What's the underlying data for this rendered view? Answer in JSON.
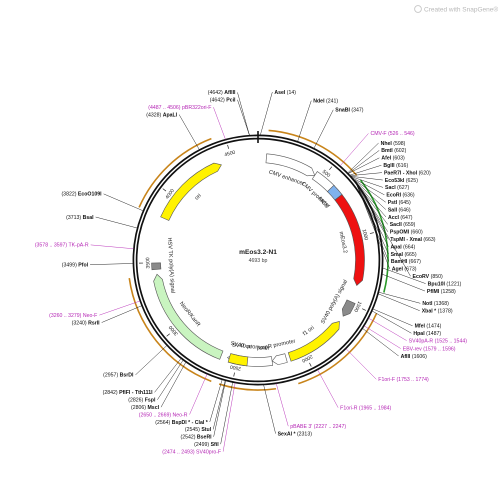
{
  "brand": "Created with SnapGene®",
  "plasmid": {
    "name": "mEos3.2-N1",
    "length_label": "4693 bp"
  },
  "total_bp": 4693,
  "colors": {
    "backbone": "#111111",
    "site_label": "#111111",
    "primer_label": "#b425b4",
    "yellow": "#fff200",
    "green": "#c9f4c0",
    "red": "#ee1111",
    "gray": "#8a8a8a",
    "blue": "#7fb2ee",
    "white_feature": "#ffffff",
    "orange_arc": "#c8841a",
    "green_arc": "#2a9a2a"
  },
  "ticks": [
    {
      "bp": 500,
      "label": "500"
    },
    {
      "bp": 1000,
      "label": "1000"
    },
    {
      "bp": 1500,
      "label": "1500"
    },
    {
      "bp": 2000,
      "label": "2000"
    },
    {
      "bp": 2500,
      "label": "2500"
    },
    {
      "bp": 3000,
      "label": "3000"
    },
    {
      "bp": 3500,
      "label": "3500"
    },
    {
      "bp": 4000,
      "label": "4000"
    },
    {
      "bp": 4500,
      "label": "4500"
    }
  ],
  "features": [
    {
      "name": "CMV enhancer",
      "start": 61,
      "end": 440,
      "dir": 1,
      "color": "white_feature"
    },
    {
      "name": "CMV promoter",
      "start": 441,
      "end": 644,
      "dir": 1,
      "color": "white_feature"
    },
    {
      "name": "MCS",
      "start": 592,
      "end": 678,
      "dir": 0,
      "color": "blue"
    },
    {
      "name": "mEos3.2",
      "start": 679,
      "end": 1362,
      "dir": 1,
      "color": "red"
    },
    {
      "name": "SV40 poly(A) signal",
      "start": 1488,
      "end": 1609,
      "dir": 1,
      "color": "gray"
    },
    {
      "name": "f1 ori",
      "start": 1656,
      "end": 2111,
      "dir": -1,
      "color": "yellow"
    },
    {
      "name": "AmpR promoter",
      "start": 2138,
      "end": 2242,
      "dir": 1,
      "color": "white_feature"
    },
    {
      "name": "SV40 promoter",
      "start": 2243,
      "end": 2573,
      "dir": 1,
      "color": "white_feature"
    },
    {
      "name": "SV40 ori",
      "start": 2424,
      "end": 2559,
      "dir": 0,
      "color": "yellow"
    },
    {
      "name": "NeoR/KanR",
      "start": 2621,
      "end": 3415,
      "dir": 1,
      "color": "green"
    },
    {
      "name": "HSV TK poly(A) signal",
      "start": 3451,
      "end": 3498,
      "dir": 0,
      "color": "gray"
    },
    {
      "name": "ori",
      "start": 3831,
      "end": 4419,
      "dir": 1,
      "color": "yellow"
    }
  ],
  "outer_arcs": [
    {
      "start": 61,
      "end": 644,
      "color": "orange_arc"
    },
    {
      "start": 679,
      "end": 1362,
      "color": "green_arc"
    },
    {
      "start": 1488,
      "end": 2111,
      "color": "orange_arc"
    },
    {
      "start": 2243,
      "end": 2573,
      "color": "orange_arc"
    },
    {
      "start": 2621,
      "end": 3415,
      "color": "orange_arc"
    },
    {
      "start": 3831,
      "end": 4419,
      "color": "orange_arc"
    }
  ],
  "labels": [
    {
      "text": "AflIII",
      "pos": "(4642)",
      "bp": 4642,
      "kind": "site"
    },
    {
      "text": "PciI",
      "pos": "(4642)",
      "bp": 4642,
      "kind": "site"
    },
    {
      "text": "AseI",
      "pos": "(14)",
      "bp": 14,
      "kind": "site"
    },
    {
      "text": "NdeI",
      "pos": "(241)",
      "bp": 241,
      "kind": "site"
    },
    {
      "text": "SnaBI",
      "pos": "(347)",
      "bp": 347,
      "kind": "site"
    },
    {
      "text": "CMV-F",
      "pos": "(526 .. 546)",
      "bp": 536,
      "kind": "primer"
    },
    {
      "text": "NheI",
      "pos": "(598)",
      "bp": 598,
      "kind": "site"
    },
    {
      "text": "BmtI",
      "pos": "(602)",
      "bp": 602,
      "kind": "site"
    },
    {
      "text": "AfeI",
      "pos": "(603)",
      "bp": 603,
      "kind": "site"
    },
    {
      "text": "BglII",
      "pos": "(616)",
      "bp": 616,
      "kind": "site"
    },
    {
      "text": "PaeR7I - XhoI",
      "pos": "(620)",
      "bp": 620,
      "kind": "site"
    },
    {
      "text": "Eco53kI",
      "pos": "(625)",
      "bp": 625,
      "kind": "site"
    },
    {
      "text": "SacI",
      "pos": "(627)",
      "bp": 627,
      "kind": "site"
    },
    {
      "text": "EcoRI",
      "pos": "(636)",
      "bp": 636,
      "kind": "site"
    },
    {
      "text": "PstI",
      "pos": "(645)",
      "bp": 645,
      "kind": "site"
    },
    {
      "text": "SalI",
      "pos": "(646)",
      "bp": 646,
      "kind": "site"
    },
    {
      "text": "AccI",
      "pos": "(647)",
      "bp": 647,
      "kind": "site"
    },
    {
      "text": "SacII",
      "pos": "(659)",
      "bp": 659,
      "kind": "site"
    },
    {
      "text": "PspOMI",
      "pos": "(660)",
      "bp": 660,
      "kind": "site"
    },
    {
      "text": "TspMI - XmaI",
      "pos": "(663)",
      "bp": 663,
      "kind": "site"
    },
    {
      "text": "ApaI",
      "pos": "(664)",
      "bp": 664,
      "kind": "site"
    },
    {
      "text": "SmaI",
      "pos": "(665)",
      "bp": 665,
      "kind": "site"
    },
    {
      "text": "BamHI",
      "pos": "(667)",
      "bp": 667,
      "kind": "site"
    },
    {
      "text": "AgeI",
      "pos": "(673)",
      "bp": 673,
      "kind": "site"
    },
    {
      "text": "EcoRV",
      "pos": "(850)",
      "bp": 850,
      "kind": "site"
    },
    {
      "text": "Bpu10I",
      "pos": "(1221)",
      "bp": 1221,
      "kind": "site"
    },
    {
      "text": "PflMI",
      "pos": "(1258)",
      "bp": 1258,
      "kind": "site"
    },
    {
      "text": "NotI",
      "pos": "(1368)",
      "bp": 1368,
      "kind": "site"
    },
    {
      "text": "XbaI *",
      "pos": "(1378)",
      "bp": 1378,
      "kind": "site"
    },
    {
      "text": "MfeI",
      "pos": "(1474)",
      "bp": 1474,
      "kind": "site"
    },
    {
      "text": "HpaI",
      "pos": "(1487)",
      "bp": 1487,
      "kind": "site"
    },
    {
      "text": "SV40pA-R",
      "pos": "(1525 .. 1544)",
      "bp": 1535,
      "kind": "primer"
    },
    {
      "text": "EBV-rev",
      "pos": "(1579 .. 1596)",
      "bp": 1588,
      "kind": "primer"
    },
    {
      "text": "AflII",
      "pos": "(1606)",
      "bp": 1606,
      "kind": "site"
    },
    {
      "text": "F1ori-F",
      "pos": "(1753 .. 1774)",
      "bp": 1763,
      "kind": "primer"
    },
    {
      "text": "F1ori-R",
      "pos": "(1965 .. 1984)",
      "bp": 1975,
      "kind": "primer"
    },
    {
      "text": "pBABE 3'",
      "pos": "(2227 .. 2247)",
      "bp": 2237,
      "kind": "primer"
    },
    {
      "text": "SexAI *",
      "pos": "(2313)",
      "bp": 2313,
      "kind": "site"
    },
    {
      "text": "SV40pro-F",
      "pos": "(2474 .. 2493)",
      "bp": 2484,
      "kind": "primer"
    },
    {
      "text": "SfiI",
      "pos": "(2499)",
      "bp": 2499,
      "kind": "site"
    },
    {
      "text": "BseRI",
      "pos": "(2542)",
      "bp": 2542,
      "kind": "site"
    },
    {
      "text": "StuI",
      "pos": "(2545)",
      "bp": 2545,
      "kind": "site"
    },
    {
      "text": "BspDI * - ClaI *",
      "pos": "(2564)",
      "bp": 2564,
      "kind": "site"
    },
    {
      "text": "Neo-R",
      "pos": "(2650 .. 2669)",
      "bp": 2660,
      "kind": "primer"
    },
    {
      "text": "MscI",
      "pos": "(2806)",
      "bp": 2806,
      "kind": "site"
    },
    {
      "text": "FspI",
      "pos": "(2826)",
      "bp": 2826,
      "kind": "site"
    },
    {
      "text": "PflFI - Tth111I",
      "pos": "(2842)",
      "bp": 2842,
      "kind": "site"
    },
    {
      "text": "BsrDI",
      "pos": "(2957)",
      "bp": 2957,
      "kind": "site"
    },
    {
      "text": "RsrII",
      "pos": "(3240)",
      "bp": 3240,
      "kind": "site"
    },
    {
      "text": "Neo-F",
      "pos": "(3260 .. 3279)",
      "bp": 3270,
      "kind": "primer"
    },
    {
      "text": "PfoI",
      "pos": "(3499)",
      "bp": 3499,
      "kind": "site"
    },
    {
      "text": "TK-pA-R",
      "pos": "(3578 .. 3597)",
      "bp": 3587,
      "kind": "primer"
    },
    {
      "text": "BsaI",
      "pos": "(3713)",
      "bp": 3713,
      "kind": "site"
    },
    {
      "text": "EcoO109I",
      "pos": "(3822)",
      "bp": 3822,
      "kind": "site"
    },
    {
      "text": "ApaLI",
      "pos": "(4328)",
      "bp": 4328,
      "kind": "site"
    },
    {
      "text": "pBR322ori-F",
      "pos": "(4487 .. 4506)",
      "bp": 4496,
      "kind": "primer"
    }
  ]
}
